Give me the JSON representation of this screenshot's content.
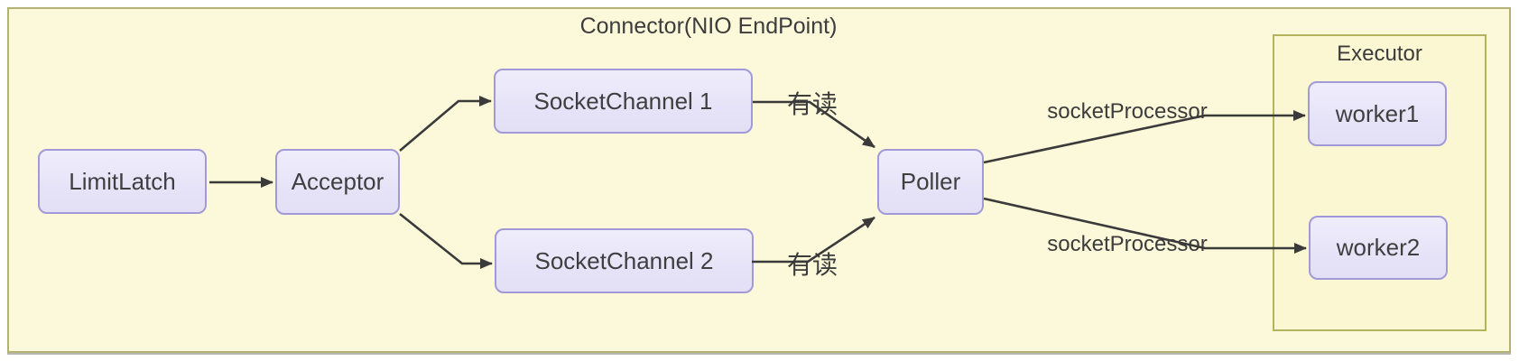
{
  "diagram": {
    "title": "Connector(NIO EndPoint)",
    "executor_label": "Executor",
    "nodes": [
      {
        "id": "limit-latch",
        "label": "LimitLatch"
      },
      {
        "id": "acceptor",
        "label": "Acceptor"
      },
      {
        "id": "socket-channel-1",
        "label": "SocketChannel 1"
      },
      {
        "id": "socket-channel-2",
        "label": "SocketChannel 2"
      },
      {
        "id": "poller",
        "label": "Poller"
      },
      {
        "id": "worker1",
        "label": "worker1"
      },
      {
        "id": "worker2",
        "label": "worker2"
      }
    ],
    "edges": [
      {
        "from": "LimitLatch",
        "to": "Acceptor",
        "label": ""
      },
      {
        "from": "Acceptor",
        "to": "SocketChannel 1",
        "label": ""
      },
      {
        "from": "Acceptor",
        "to": "SocketChannel 2",
        "label": ""
      },
      {
        "from": "SocketChannel 1",
        "to": "Poller",
        "label": "有读"
      },
      {
        "from": "SocketChannel 2",
        "to": "Poller",
        "label": "有读"
      },
      {
        "from": "Poller",
        "to": "worker1",
        "label": "socketProcessor"
      },
      {
        "from": "Poller",
        "to": "worker2",
        "label": "socketProcessor"
      }
    ],
    "colors": {
      "canvas_background": "#fcf9da",
      "canvas_border": "#b3b274",
      "executor_border": "#b5b45e",
      "node_fill": "#e6e3f8",
      "node_border": "#a29ad8",
      "arrow": "#3a3a3a",
      "text": "#3c3c3c"
    }
  }
}
